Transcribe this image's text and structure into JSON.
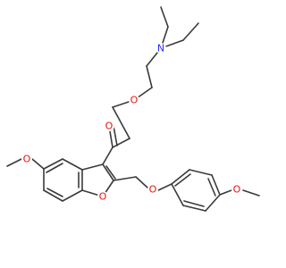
{
  "molecule": {
    "atom_labels": {
      "amine_nitrogen": "N",
      "ester_carbonyl_oxygen": "O",
      "ester_ether_oxygen": "O",
      "methoxy_oxygen_left": "O",
      "furan_oxygen": "O",
      "linker_ether_oxygen": "O",
      "methoxy_oxygen_right": "O"
    },
    "colors": {
      "bond": "#3a3a3a",
      "oxygen": "#e8120c",
      "nitrogen": "#2a2aff"
    }
  }
}
